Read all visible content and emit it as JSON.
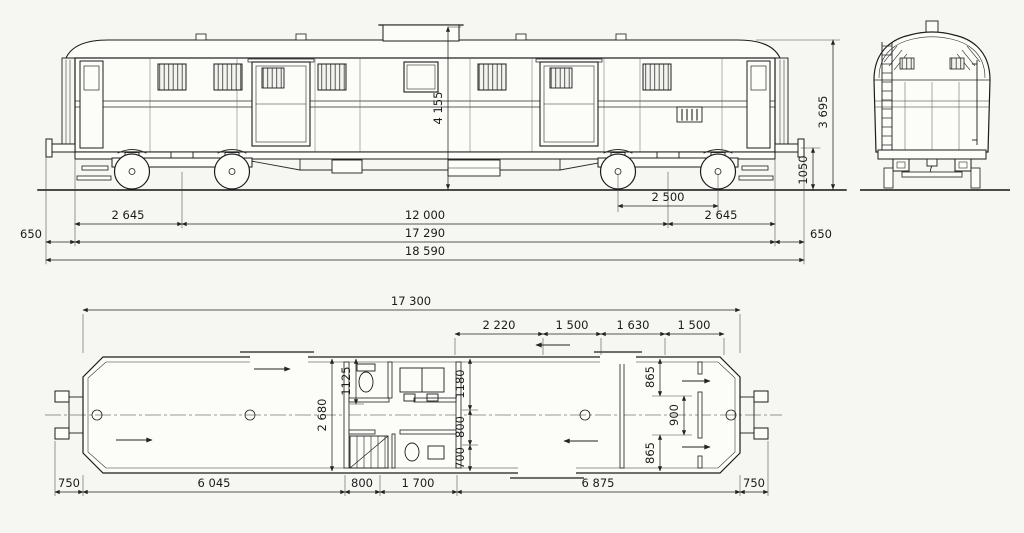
{
  "drawing": {
    "kind": "railway-baggage-car-technical-drawing",
    "views": [
      "side-elevation",
      "end-view",
      "floor-plan"
    ]
  },
  "side": {
    "dims": {
      "axle_base": "2 500",
      "bogie_pivot_left": "2 645",
      "pivot_distance": "12 000",
      "bogie_pivot_right": "2 645",
      "buffer_left": "650",
      "body_length": "17 290",
      "buffer_right": "650",
      "overall_length": "18 590",
      "height_overall": "4 155",
      "height_roof": "3 695",
      "height_buffer": "1050"
    }
  },
  "plan": {
    "dims": {
      "overall_length": "17 300",
      "top_1": "2 220",
      "top_2": "1 500",
      "top_3": "1 630",
      "top_4": "1 500",
      "width_1125": "1125",
      "width_overall": "2 680",
      "width_1180": "1180",
      "width_800": "800",
      "width_700": "700",
      "door_865_top": "865",
      "door_900": "900",
      "door_865_bottom": "865",
      "bottom_750_left": "750",
      "bottom_6045": "6 045",
      "bottom_800": "800",
      "bottom_1700": "1 700",
      "bottom_6875": "6 875",
      "bottom_750_right": "750"
    }
  }
}
